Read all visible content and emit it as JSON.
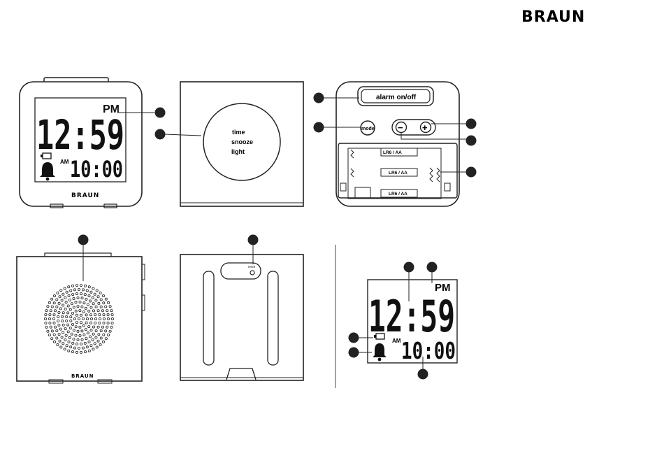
{
  "brand": {
    "logo": "BRAUN"
  },
  "front": {
    "time": "12:59",
    "period": "PM",
    "alarm_period": "AM",
    "alarm_time": "10:00",
    "logo": "BRAUN"
  },
  "top": {
    "button_labels": [
      "time",
      "snooze",
      "light"
    ]
  },
  "back": {
    "alarm_button": "alarm on/off",
    "mode_button": "mode",
    "minus_symbol": "−",
    "plus_symbol": "+",
    "battery_labels": [
      "LR6 / AA",
      "LR6 / AA",
      "LR6 / AA"
    ]
  },
  "bottom": {
    "reset_label": "reset"
  },
  "display_detail": {
    "time": "12:59",
    "period": "PM",
    "alarm_period": "AM",
    "alarm_time": "10:00"
  },
  "icons": [
    "battery-icon",
    "bell-icon",
    "speaker-grille-icon"
  ]
}
